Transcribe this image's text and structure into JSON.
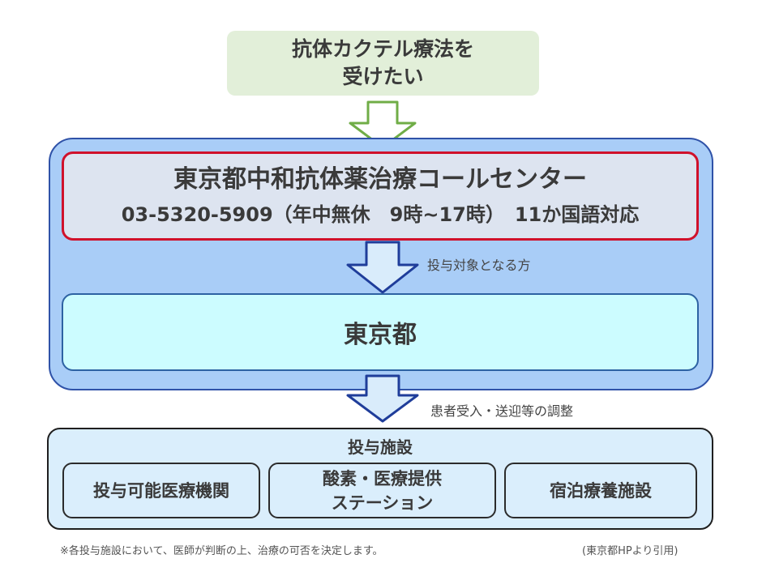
{
  "top_box": {
    "line1": "抗体カクテル療法を",
    "line2": "受けたい"
  },
  "call_center": {
    "name": "東京都中和抗体薬治療コールセンター",
    "info": "03-5320-5909（年中無休　9時~17時）　11か国語対応"
  },
  "arrow_label_1": "投与対象となる方",
  "tokyo": {
    "label": "東京都"
  },
  "arrow_label_2": "患者受入・送迎等の調整",
  "facilities": {
    "title": "投与施設",
    "items": [
      {
        "line1": "投与可能医療機関",
        "line2": ""
      },
      {
        "line1": "酸素・医療提供",
        "line2": "ステーション"
      },
      {
        "line1": "宿泊療養施設",
        "line2": ""
      }
    ]
  },
  "footnote_left": "※各投与施設において、医師が判断の上、治療の可否を決定します。",
  "footnote_right": "(東京都HPより引用)",
  "colors": {
    "top_box_fill": "#e2efd9",
    "green_arrow": "#70ad47",
    "panel_fill": "#a9cdf7",
    "panel_border": "#2f52a8",
    "call_center_border": "#d0112b",
    "tokyo_fill": "#ccfcff",
    "facilities_fill": "#daeefc",
    "blue_arrow_fill": "#d9ecfb",
    "blue_arrow_stroke": "#1f3d9a"
  }
}
